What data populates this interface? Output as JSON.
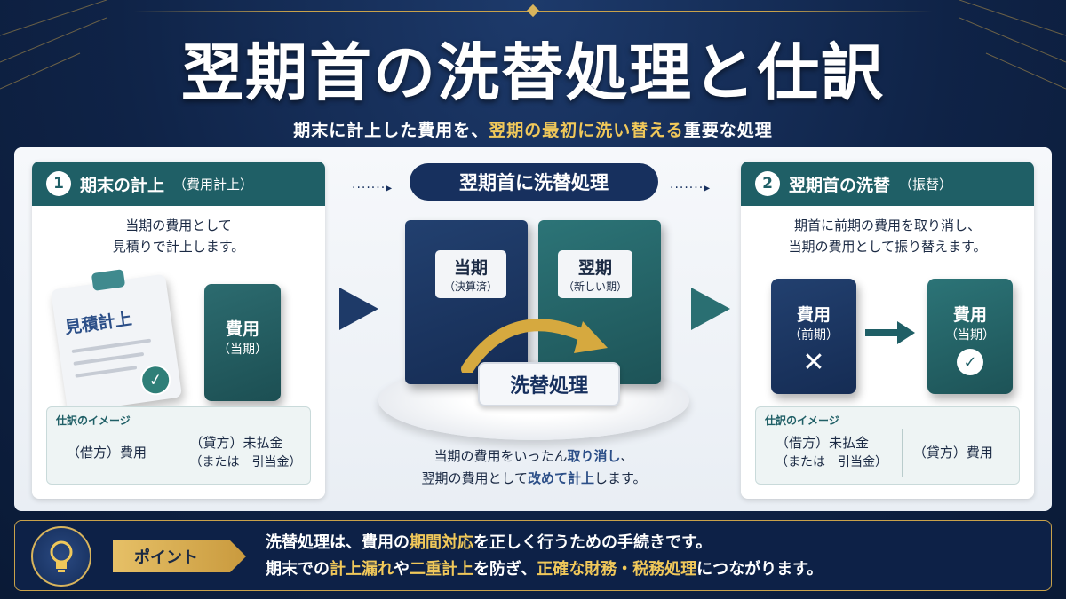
{
  "title": "翌期首の洗替処理と仕訳",
  "subtitle": {
    "part1": "期末に計上した費用を、",
    "highlight": "翌期の最初に洗い替える",
    "part2": "重要な処理"
  },
  "left_card": {
    "number": "1",
    "heading": "期末の計上",
    "heading_sub": "（費用計上）",
    "desc_line1": "当期の費用として",
    "desc_line2": "見積りで計上します。",
    "clipboard_label": "見積計上",
    "block_title": "費用",
    "block_sub": "（当期）",
    "journal": {
      "tag": "仕訳のイメージ",
      "debit": "（借方）費用",
      "credit_line1": "（貸方）未払金",
      "credit_line2": "（または　引当金）"
    }
  },
  "center": {
    "label": "翌期首に洗替処理",
    "book_left_title": "当期",
    "book_left_sub": "（決算済）",
    "book_right_title": "翌期",
    "book_right_sub": "（新しい期）",
    "swap_label": "洗替処理",
    "desc_line1_a": "当期の費用をいったん",
    "desc_line1_b": "取り消し",
    "desc_line1_c": "、",
    "desc_line2_a": "翌期の費用として",
    "desc_line2_b": "改めて計上",
    "desc_line2_c": "します。",
    "dots": "·······▸"
  },
  "right_card": {
    "number": "2",
    "heading": "翌期首の洗替",
    "heading_sub": "（振替）",
    "desc_line1": "期首に前期の費用を取り消し、",
    "desc_line2": "当期の費用として振り替えます。",
    "block_left_title": "費用",
    "block_left_sub": "（前期）",
    "block_right_title": "費用",
    "block_right_sub": "（当期）",
    "journal": {
      "tag": "仕訳のイメージ",
      "debit_line1": "（借方）未払金",
      "debit_line2": "（または　引当金）",
      "credit": "（貸方）費用"
    }
  },
  "point": {
    "tag": "ポイント",
    "l1_a": "洗替処理は、費用の",
    "l1_b": "期間対応",
    "l1_c": "を正しく行うための手続きです。",
    "l2_a": "期末での",
    "l2_b": "計上漏れ",
    "l2_c": "や",
    "l2_d": "二重計上",
    "l2_e": "を防ぎ、",
    "l2_f": "正確な財務・税務処理",
    "l2_g": "につながります。"
  },
  "colors": {
    "navy": "#17305e",
    "teal": "#1f5f66",
    "gold": "#d8b45c"
  }
}
